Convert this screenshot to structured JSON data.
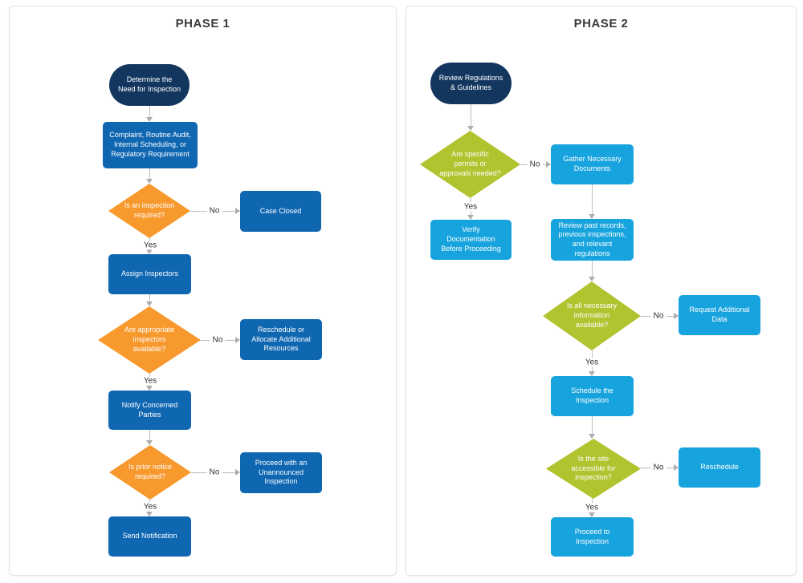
{
  "labels": {
    "yes": "Yes",
    "no": "No"
  },
  "colors": {
    "navy": "#13365F",
    "blue": "#0F66B1",
    "orange": "#F8992E",
    "cyan": "#17A3DD",
    "lime": "#B1C32F",
    "line": "#BDBDBD",
    "arrow": "#ADADAD",
    "label": "#2E2E2E",
    "title": "#3A3A3A",
    "panelBorder": "#E3E3E3"
  },
  "phase1": {
    "title": "PHASE 1",
    "nodes": {
      "start": "Determine the Need for Inspection",
      "trigger": "Complaint, Routine Audit, Internal Scheduling, or Regulatory Requirement",
      "d1": "Is an inspection required?",
      "case_closed": "Case Closed",
      "assign": "Assign Inspectors",
      "d2": "Are appropriate inspectors available?",
      "reschedule": "Reschedule or Allocate Additional Resources",
      "notify": "Notify Concerned Parties",
      "d3": "Is prior notice required?",
      "unannounced": "Proceed with an Unannounced Inspection",
      "send": "Send Notification"
    }
  },
  "phase2": {
    "title": "PHASE 2",
    "nodes": {
      "start": "Review Regulations & Guidelines",
      "d1": "Are specific permits or approvals needed?",
      "gather": "Gather Necessary Documents",
      "verify": "Verify Documentation Before Proceeding",
      "review": "Review past records, previous inspections, and relevant regulations",
      "d2": "Is all necessary information available?",
      "request": "Request Additional Data",
      "schedule": "Schedule the Inspection",
      "d3": "Is the site accessible for inspection?",
      "reschedule": "Reschedule",
      "proceed": "Proceed to Inspection"
    }
  }
}
